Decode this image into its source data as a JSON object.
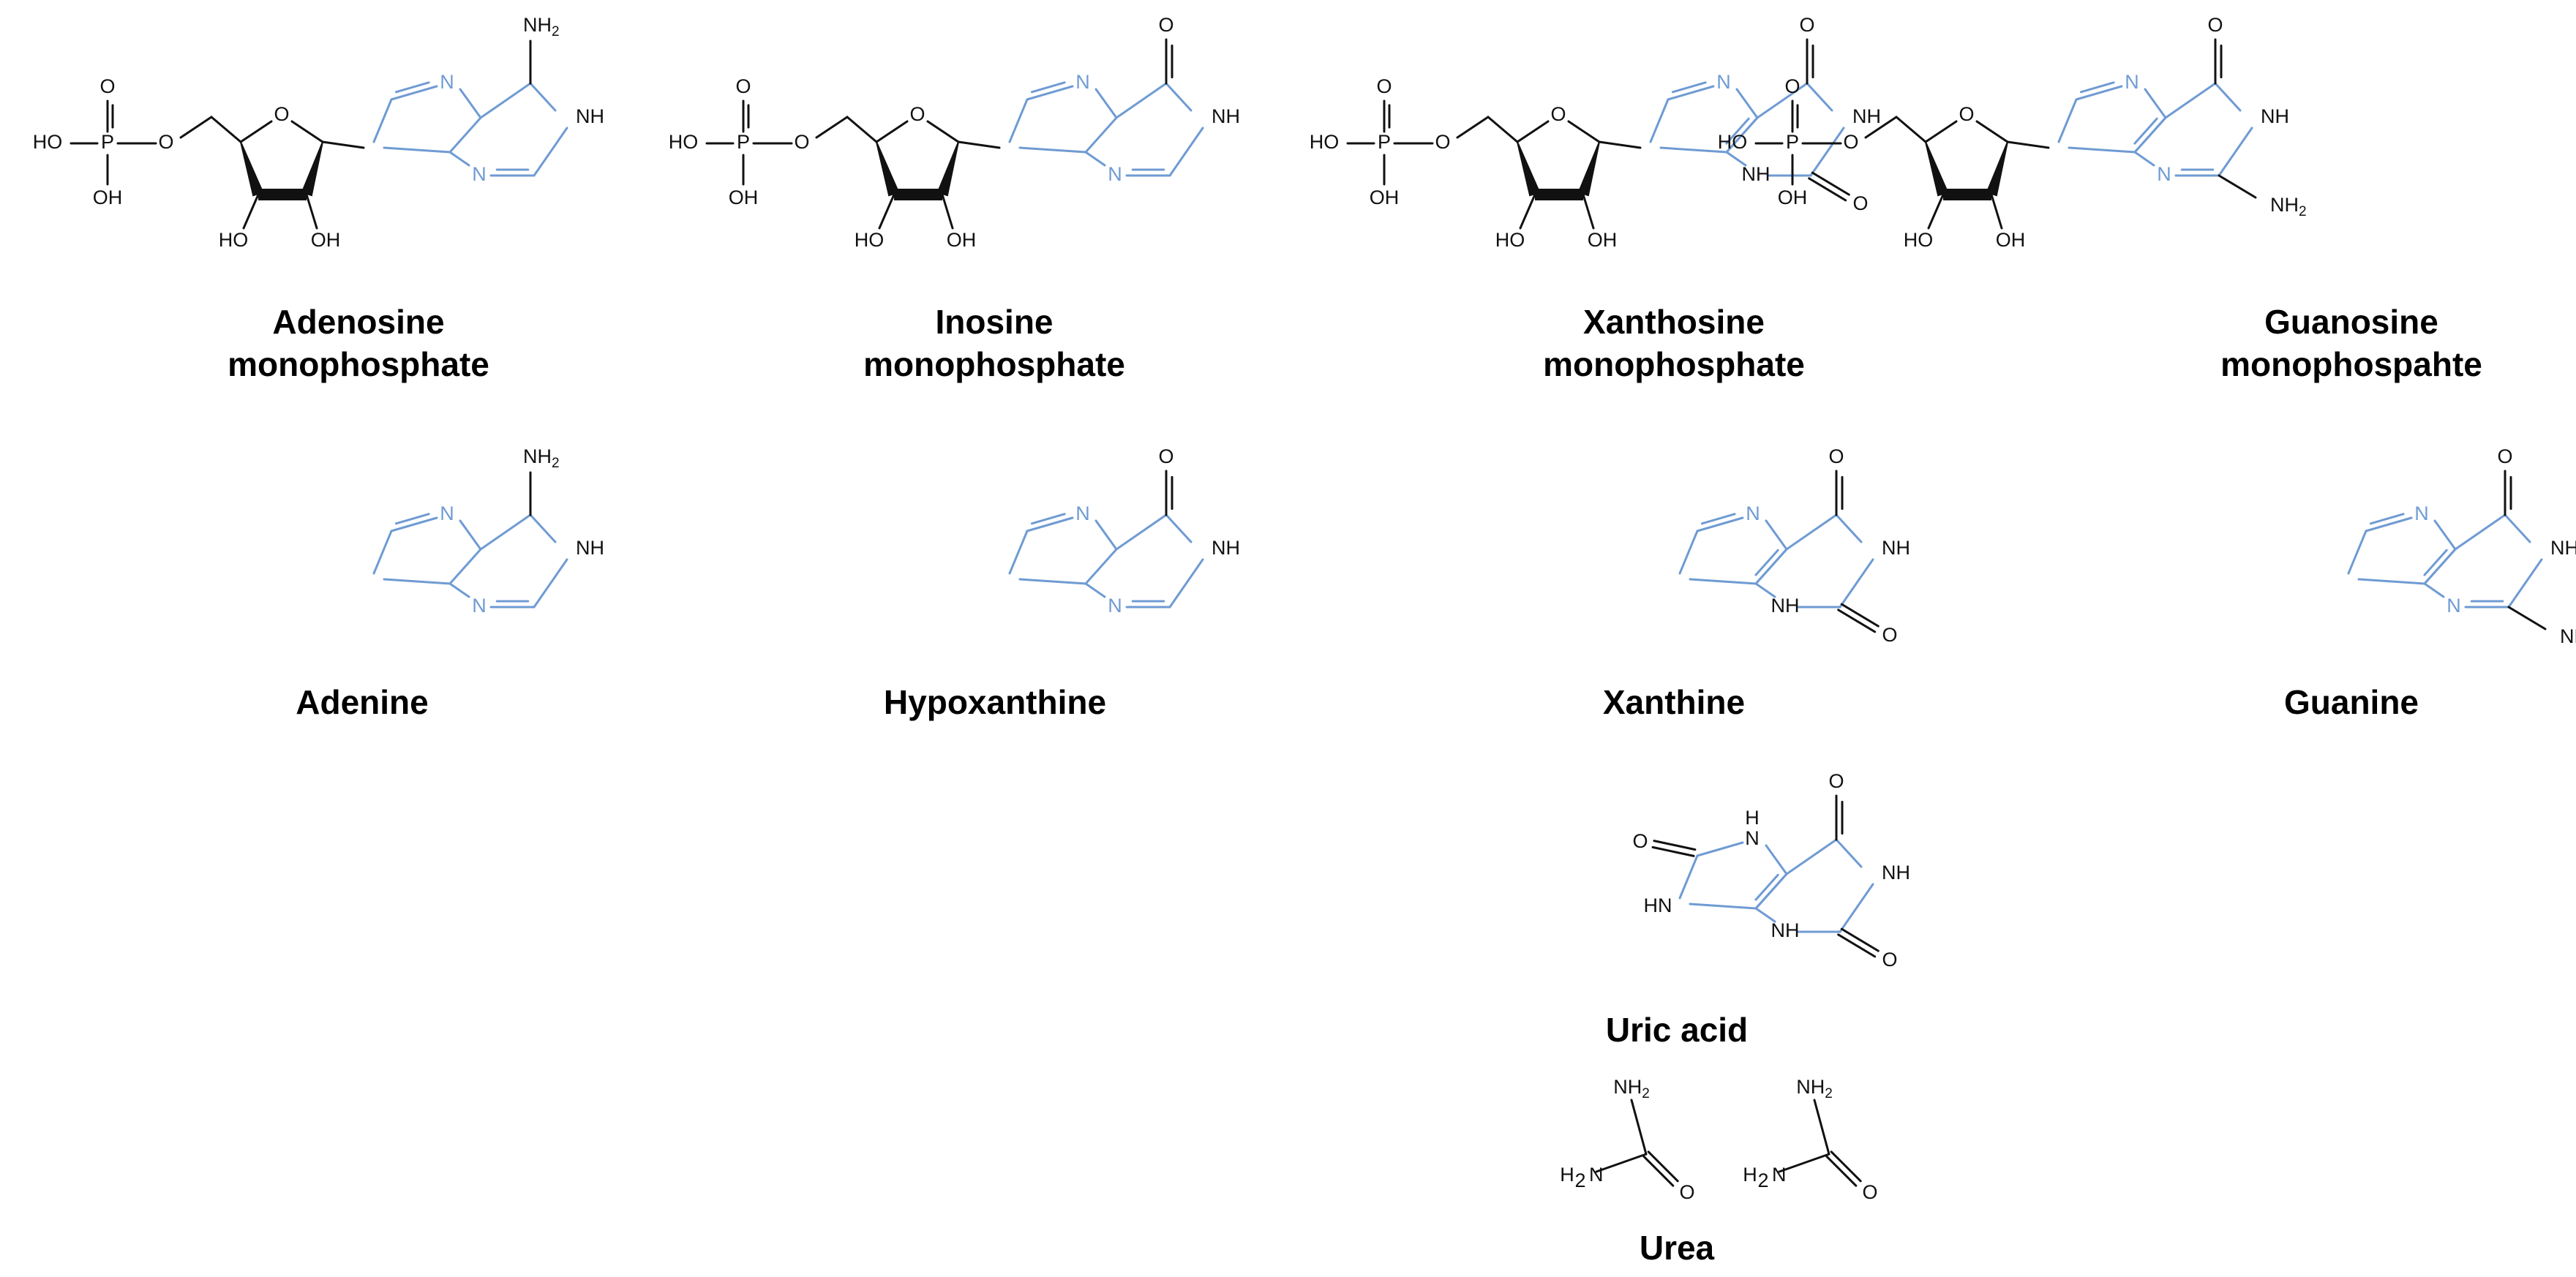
{
  "colors": {
    "ring": "#6f9bd3",
    "bond": "#111111",
    "text": "#000000",
    "background": "#ffffff"
  },
  "captions": {
    "amp": [
      "Adenosine",
      "monophosphate"
    ],
    "imp": [
      "Inosine",
      "monophosphate"
    ],
    "xmp": [
      "Xanthosine",
      "monophosphate"
    ],
    "gmp": [
      "Guanosine",
      "monophospahte"
    ],
    "adenine": "Adenine",
    "hypoxanthine": "Hypoxanthine",
    "xanthine": "Xanthine",
    "guanine": "Guanine",
    "uric_acid": "Uric acid",
    "urea": "Urea"
  },
  "atom_labels": {
    "phosphorus": "P",
    "oxygen": "O",
    "hydroxyl": "OH",
    "hydroxyl_left": "HO",
    "nitrogen": "N",
    "imine_nh": "NH",
    "imine_hn": "HN",
    "hydrogen": "H",
    "amine": "NH",
    "amine_left": "H",
    "amine_sub": "2"
  },
  "sub_labels": {
    "h2n_n": "N",
    "h2n_2": "2"
  }
}
